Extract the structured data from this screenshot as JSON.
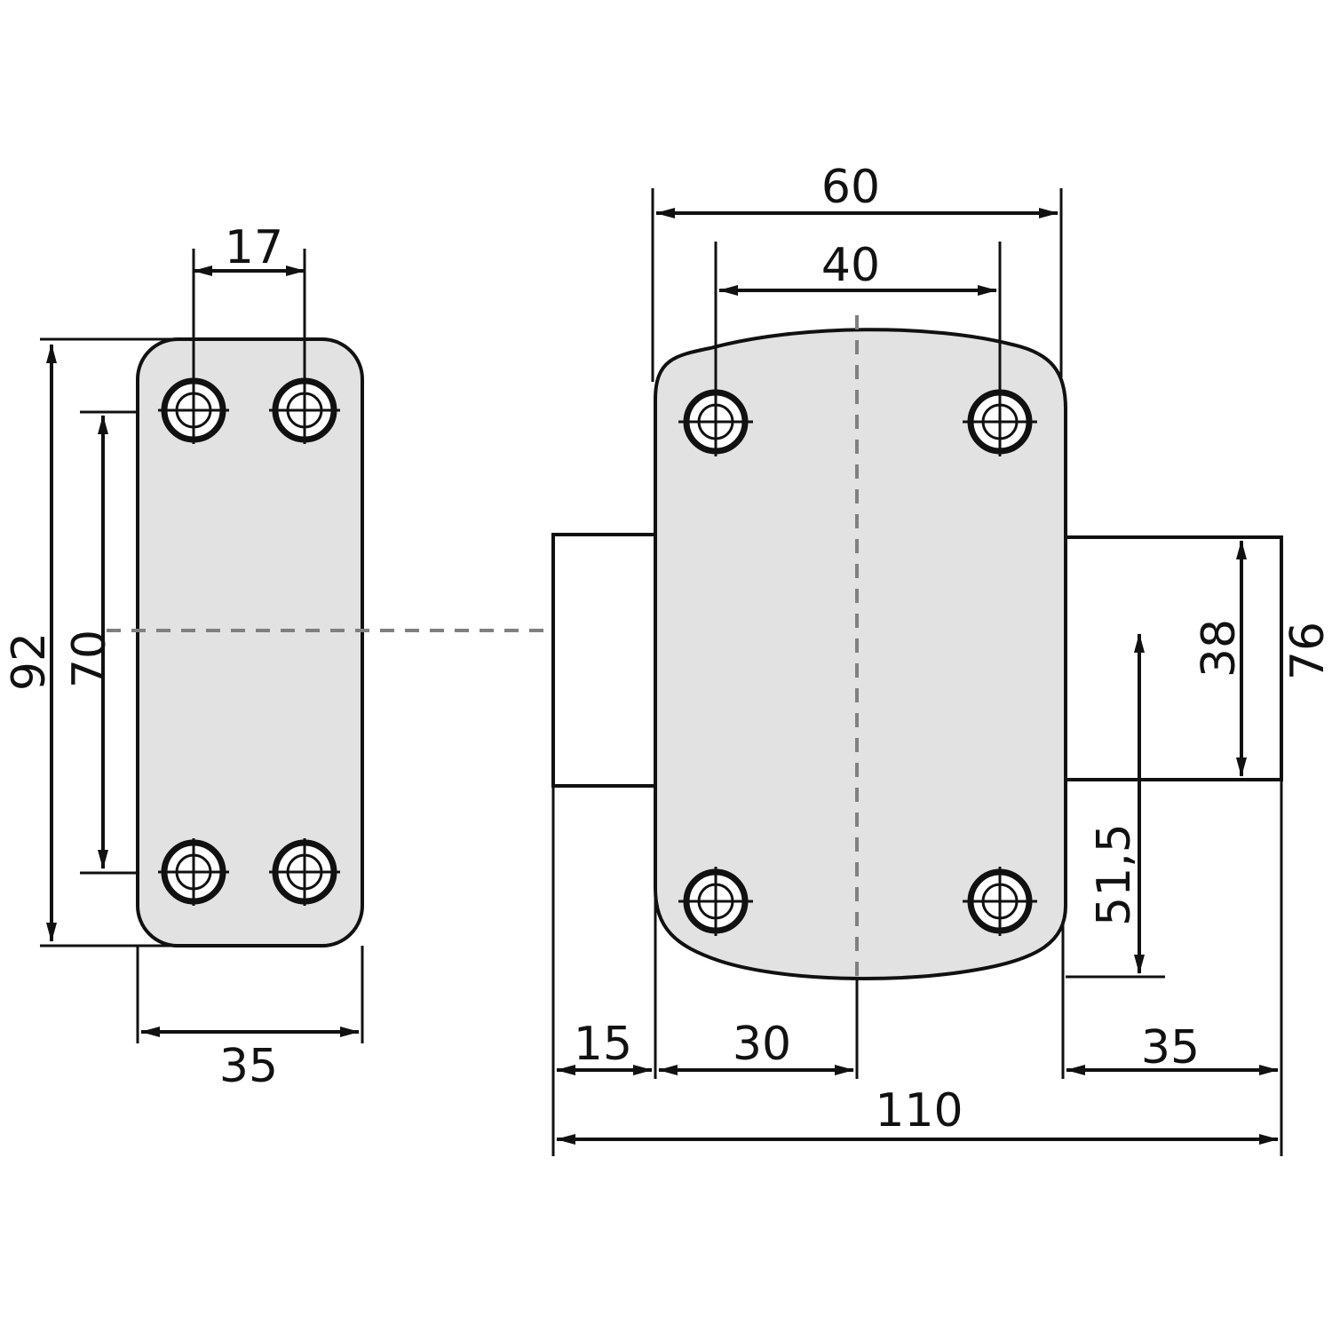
{
  "dimensions": {
    "side_hole_spacing": "17",
    "side_height": "92",
    "side_hole_height": "70",
    "side_width": "35",
    "front_width": "60",
    "front_hole_spacing": "40",
    "bracket_height": "38",
    "total_height": "76",
    "center_height": "51,5",
    "left_bracket_width": "15",
    "half_body_width": "30",
    "right_bracket_width": "35",
    "total_width": "110"
  }
}
